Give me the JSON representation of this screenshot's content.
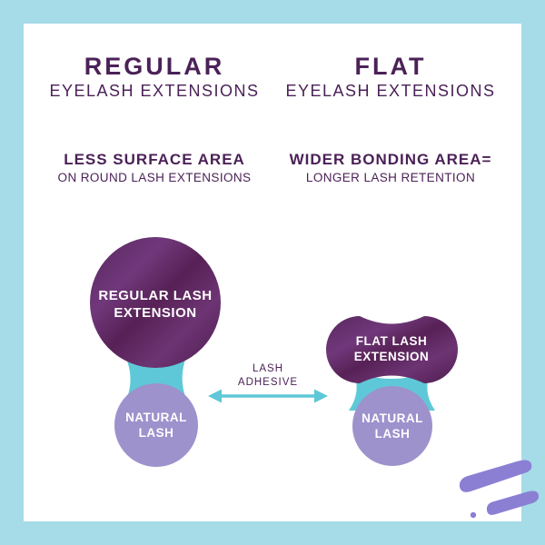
{
  "colors": {
    "frame": "#a6dbe8",
    "heading": "#4b2157",
    "extension_purple": "#5d2a61",
    "natural_lash_purple": "#9d92cc",
    "adhesive_teal": "#5ec8d8",
    "brush_stroke": "#8b7fd4"
  },
  "header": {
    "left": {
      "title": "REGULAR",
      "subtitle": "EYELASH EXTENSIONS"
    },
    "right": {
      "title": "FLAT",
      "subtitle": "EYELASH EXTENSIONS"
    }
  },
  "features": {
    "left": {
      "headline": "LESS SURFACE AREA",
      "detail": "ON ROUND LASH EXTENSIONS"
    },
    "right": {
      "headline": "WIDER BONDING AREA=",
      "detail": "LONGER LASH RETENTION"
    }
  },
  "diagram": {
    "regular_extension": {
      "line1": "REGULAR LASH",
      "line2": "EXTENSION"
    },
    "flat_extension": {
      "line1": "FLAT LASH",
      "line2": "EXTENSION"
    },
    "left_natural_lash": {
      "line1": "NATURAL",
      "line2": "LASH"
    },
    "right_natural_lash": {
      "line1": "NATURAL",
      "line2": "LASH"
    },
    "adhesive": {
      "line1": "LASH",
      "line2": "ADHESIVE"
    }
  },
  "icons": {
    "adhesive_arrow": "double-headed-arrow",
    "brush_decoration": "paint-brush-strokes"
  }
}
